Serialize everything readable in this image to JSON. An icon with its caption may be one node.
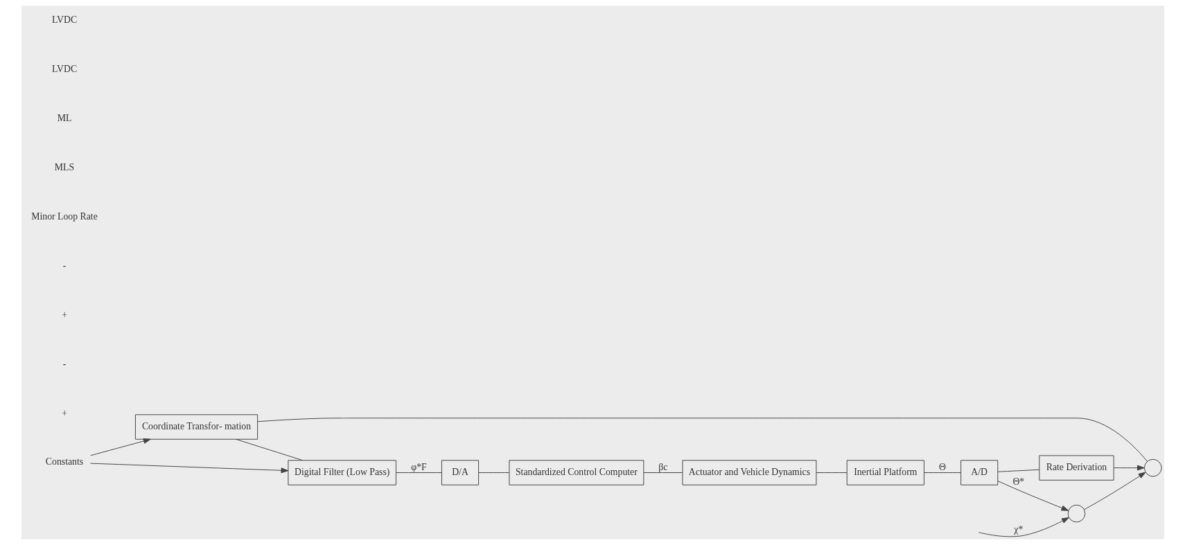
{
  "diagram": {
    "nodes": [
      {
        "text": [
          "Constants"
        ]
      },
      {
        "text": [],
        "shape": "circle"
      },
      {
        "text": [],
        "shape": "circle"
      },
      {
        "text": [
          "Coordinate Transfor- mation"
        ]
      },
      {
        "text": [
          "Digital Filter (Low Pass)"
        ]
      },
      {
        "text": [
          "D/A"
        ]
      },
      {
        "text": [
          "Standardized Control Computer"
        ]
      },
      {
        "text": [
          "Actuator and Vehicle Dynamics"
        ]
      },
      {
        "text": [
          "Rate Derivation"
        ]
      },
      {
        "text": [
          "A/D"
        ]
      },
      {
        "text": [
          "Inertial Platform"
        ]
      }
    ],
    "edges": [
      {
        "from": 0,
        "to": 3,
        "arrow": "to"
      },
      {
        "from": 0,
        "to": 4,
        "arrow": "to"
      },
      {
        "from": null,
        "to": 1,
        "arrow": "to",
        "label": "χ*"
      },
      {
        "from": 1,
        "to": 2,
        "arrow": "to"
      },
      {
        "from": 2,
        "to": 3,
        "arrow": "none"
      },
      {
        "from": 3,
        "to": 4,
        "arrow": "none"
      },
      {
        "from": 4,
        "to": 5,
        "arrow": "none",
        "label": "φ*F"
      },
      {
        "from": 5,
        "to": 6,
        "arrow": "none"
      },
      {
        "from": 6,
        "to": 7,
        "arrow": "none",
        "label": "βc"
      },
      {
        "from": 7,
        "to": 10,
        "arrow": "none"
      },
      {
        "from": 10,
        "to": 9,
        "arrow": "none",
        "label": "Θ"
      },
      {
        "from": 9,
        "to": 1,
        "arrow": "to",
        "label": "Θ*"
      },
      {
        "from": 9,
        "to": 8,
        "arrow": "none"
      },
      {
        "from": 8,
        "to": 2,
        "arrow": "to"
      }
    ],
    "labels": [
      "+",
      "-",
      "+",
      "-",
      "Minor Loop Rate",
      "MLS",
      "ML",
      "LVDC",
      "LVDC"
    ]
  }
}
